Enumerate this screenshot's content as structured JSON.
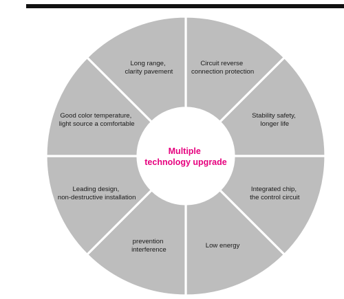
{
  "center": {
    "line1": "Multiple",
    "line2": "technology upgrade"
  },
  "segments": [
    {
      "line1": "Circuit reverse",
      "line2": "connection protection"
    },
    {
      "line1": "Stability safety,",
      "line2": "longer life"
    },
    {
      "line1": "Integrated chip,",
      "line2": "the control circuit"
    },
    {
      "line1": "Low energy",
      "line2": ""
    },
    {
      "line1": "prevention",
      "line2": "interference"
    },
    {
      "line1": "Leading design,",
      "line2": "non-destructive installation"
    },
    {
      "line1": "Good color temperature,",
      "line2": "light source a comfortable"
    },
    {
      "line1": "Long range,",
      "line2": "clarity pavement"
    }
  ],
  "colors": {
    "segment_fill": "#bdbdbd",
    "gap": "#ffffff",
    "hub_fill": "#ffffff",
    "hub_text": "#e6007e",
    "rule": "#111111"
  }
}
